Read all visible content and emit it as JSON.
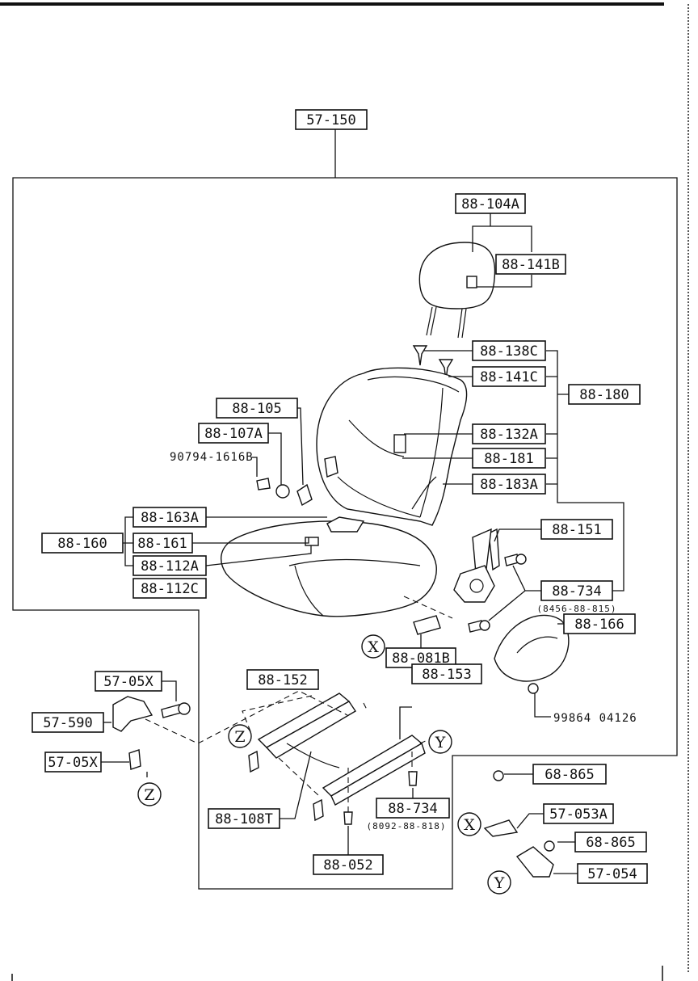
{
  "diagram": {
    "parts": {
      "p57_150": "57-150",
      "p88_104A": "88-104A",
      "p88_141B": "88-141B",
      "p88_138C": "88-138C",
      "p88_141C": "88-141C",
      "p88_180": "88-180",
      "p88_132A": "88-132A",
      "p88_181": "88-181",
      "p88_183A": "88-183A",
      "p88_105": "88-105",
      "p88_107A": "88-107A",
      "p88_160": "88-160",
      "p88_163A": "88-163A",
      "p88_161": "88-161",
      "p88_112A": "88-112A",
      "p88_112C": "88-112C",
      "p88_151": "88-151",
      "p88_734_recliner": "88-734",
      "p88_166": "88-166",
      "p88_081B": "88-081B",
      "p57_05X_top": "57-05X",
      "p57_590": "57-590",
      "p57_05X_bottom": "57-05X",
      "p88_152": "88-152",
      "p88_153": "88-153",
      "p88_108T": "88-108T",
      "p88_734_rail": "88-734",
      "p88_052": "88-052",
      "p68_865_top": "68-865",
      "p57_053A": "57-053A",
      "p68_865_bottom": "68-865",
      "p57_054": "57-054"
    },
    "plain_numbers": {
      "bolt_90794": "90794-1616B",
      "sub_8456": "(8456-88-815)",
      "screw_99864": "99864 04126",
      "sub_8092": "(8092-88-818)"
    },
    "circle_refs": {
      "x_rail": "X",
      "y_rail": "Y",
      "z_rail": "Z",
      "z_left": "Z",
      "x_bracket": "X",
      "y_bracket": "Y"
    }
  }
}
